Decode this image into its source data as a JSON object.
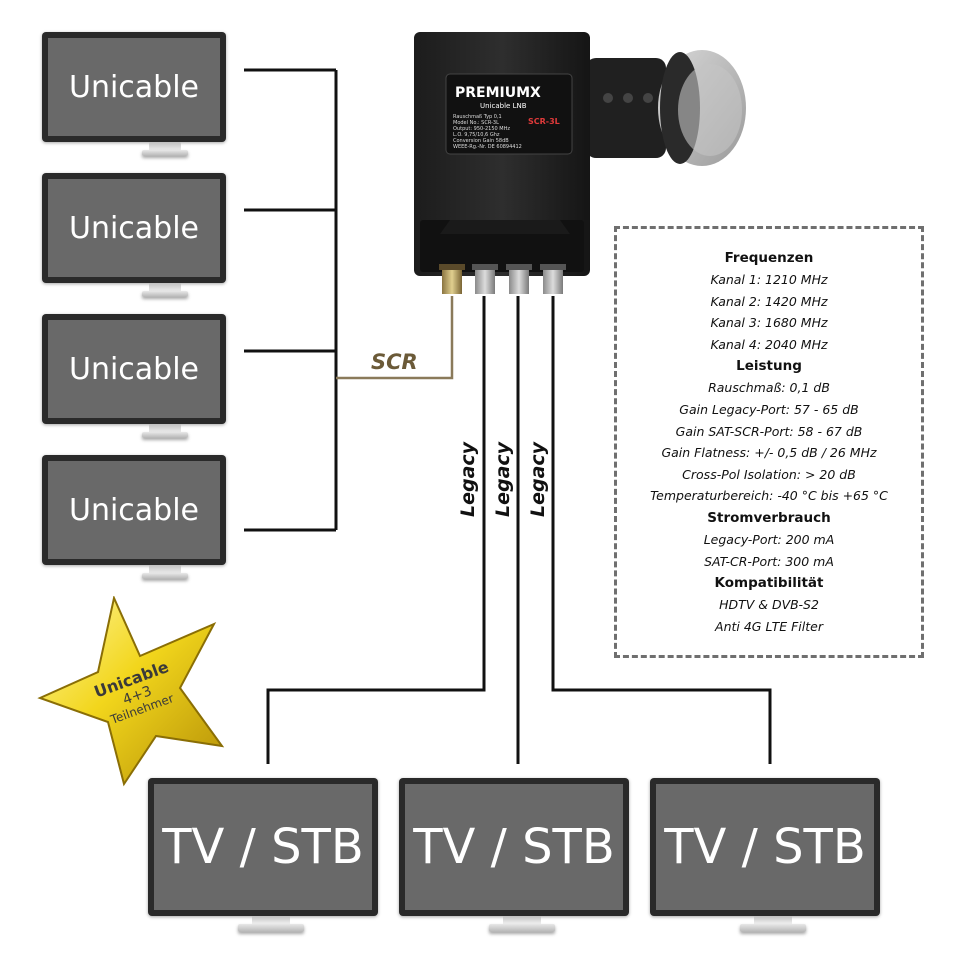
{
  "unicable_monitors": [
    "Unicable",
    "Unicable",
    "Unicable",
    "Unicable"
  ],
  "tv_monitors": [
    "TV / STB",
    "TV / STB",
    "TV / STB"
  ],
  "scr_label": "SCR",
  "legacy_labels": [
    "Legacy",
    "Legacy",
    "Legacy"
  ],
  "lnb": {
    "brand": "PREMIUMX",
    "model_badge": "SCR-3L",
    "sublabel": "Unicable LNB",
    "spec_lines": [
      "Rauschmaß Typ 0,1",
      "Model No.: SCR-3L",
      "Output: 950-2150 MHz",
      "L.O. 9,75/10,6 Ghz",
      "Conversion Gain 58dB",
      "WEEE-Rg.-Nr. DE 60894412"
    ]
  },
  "star": {
    "title": "Unicable",
    "count": "4+3",
    "subtitle": "Teilnehmer"
  },
  "info": {
    "sections": [
      {
        "heading": "Frequenzen",
        "lines": [
          "Kanal 1: 1210 MHz",
          "Kanal 2: 1420 MHz",
          "Kanal 3: 1680 MHz",
          "Kanal 4: 2040 MHz"
        ]
      },
      {
        "heading": "Leistung",
        "lines": [
          "Rauschmaß: 0,1 dB",
          "Gain Legacy-Port: 57 - 65 dB",
          "Gain SAT-SCR-Port: 58 - 67 dB",
          "Gain Flatness: +/- 0,5 dB / 26 MHz",
          "Cross-Pol Isolation: > 20 dB",
          "Temperaturbereich: -40 °C bis +65 °C"
        ]
      },
      {
        "heading": "Stromverbrauch",
        "lines": [
          "Legacy-Port: 200 mA",
          "SAT-CR-Port: 300 mA"
        ]
      },
      {
        "heading": "Kompatibilität",
        "lines": [
          "HDTV & DVB-S2",
          "Anti 4G LTE Filter"
        ]
      }
    ]
  },
  "colors": {
    "scr_line": "#8a7a5a",
    "cable": "#111111",
    "screen": "#696969"
  }
}
